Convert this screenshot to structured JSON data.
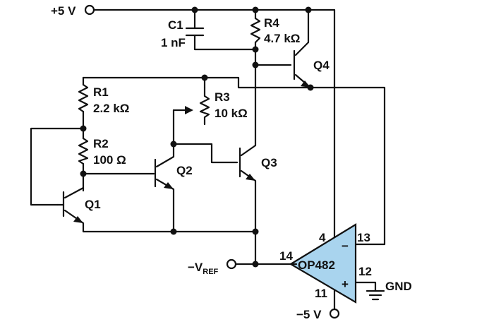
{
  "colors": {
    "line": "#111111",
    "opamp_fill": "#a9d4ee",
    "background": "#ffffff"
  },
  "supply": {
    "pos": "+5 V",
    "neg": "−5 V",
    "gnd": "GND"
  },
  "vref": {
    "prefix": "−V",
    "subscript": "REF"
  },
  "components": {
    "c1": {
      "name": "C1",
      "value": "1 nF"
    },
    "r1": {
      "name": "R1",
      "value": "2.2 kΩ"
    },
    "r2": {
      "name": "R2",
      "value": "100 Ω"
    },
    "r3": {
      "name": "R3",
      "value": "10 kΩ"
    },
    "r4": {
      "name": "R4",
      "value": "4.7 kΩ"
    },
    "q1": {
      "name": "Q1"
    },
    "q2": {
      "name": "Q2"
    },
    "q3": {
      "name": "Q3"
    },
    "q4": {
      "name": "Q4"
    }
  },
  "opamp": {
    "name": "OP482",
    "minus": "−",
    "plus": "+",
    "pins": {
      "inverting": "13",
      "noninverting": "12",
      "output": "14",
      "vpos": "4",
      "vneg": "11"
    }
  }
}
